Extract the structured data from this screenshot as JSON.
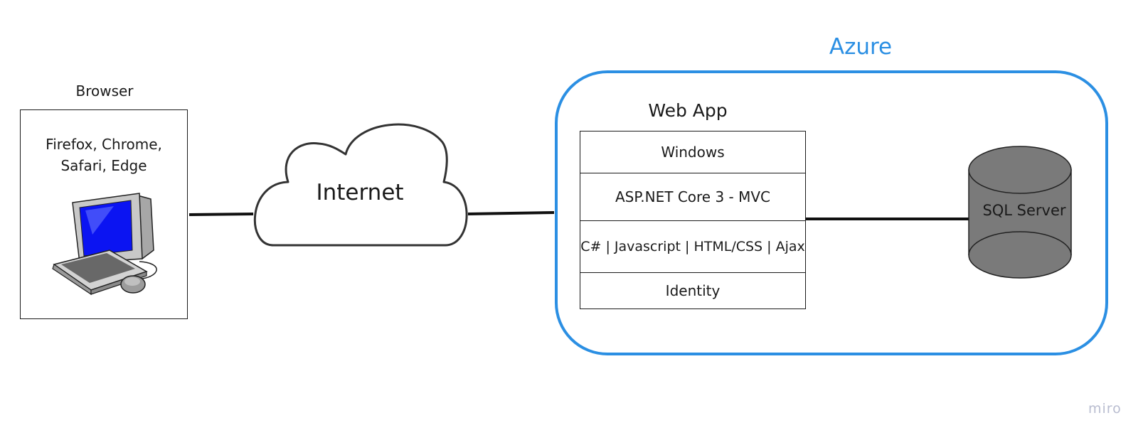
{
  "browser": {
    "title": "Browser",
    "list": "Firefox, Chrome, Safari, Edge",
    "icon": "computer-icon"
  },
  "internet": {
    "label": "Internet",
    "icon": "cloud-icon"
  },
  "azure": {
    "title": "Azure",
    "border_color": "#2b8fe3",
    "web_app": {
      "title": "Web App",
      "layers": [
        "Windows",
        "ASP.NET Core 3 - MVC",
        "C# | Javascript | HTML/CSS | Ajax",
        "Identity"
      ]
    },
    "database": {
      "label": "SQL Server",
      "icon": "database-cylinder-icon",
      "fill_color": "#7a7a7a"
    }
  },
  "watermark": "miro"
}
